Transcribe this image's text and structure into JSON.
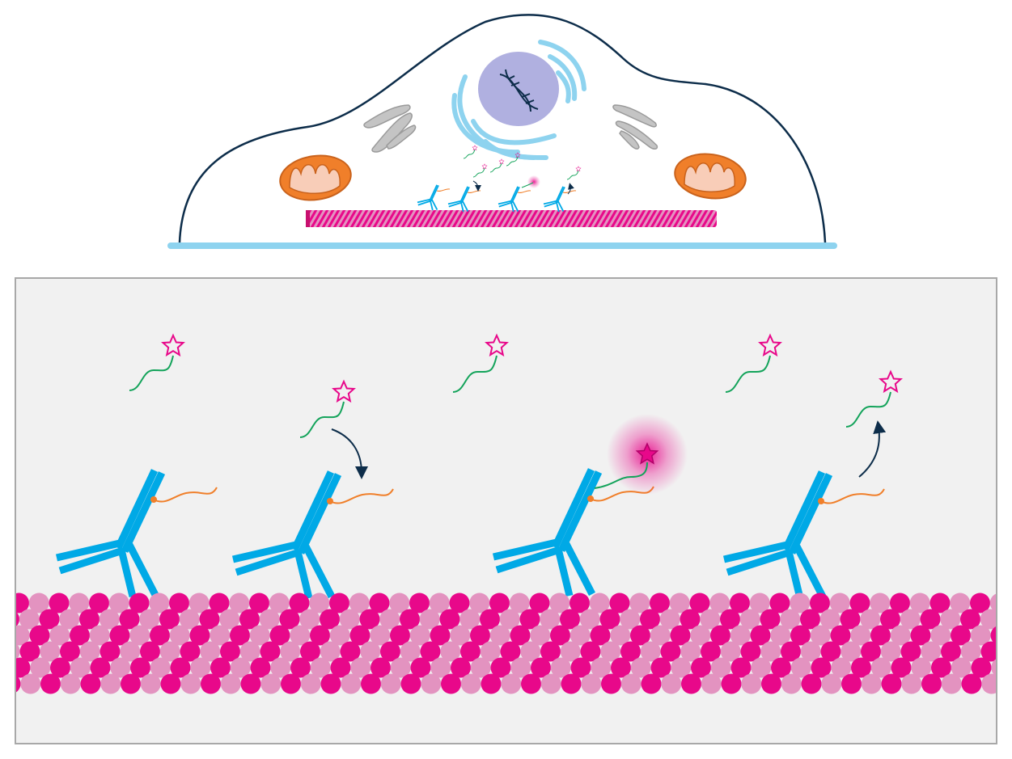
{
  "colors": {
    "background": "#ffffff",
    "panel": "#f1f1f1",
    "panel_border": "#a8a8a8",
    "cell_outline": "#0d2d4a",
    "substrate": "#8ed3ef",
    "nucleus": "#b0b0e0",
    "er": "#8ed3ef",
    "golgi": "#c4c4c4",
    "mito_outer": "#f07f2a",
    "mito_inner": "#f8cdb8",
    "tubulin_dark": "#e8088a",
    "tubulin_light": "#e393c0",
    "antibody": "#00a9e6",
    "oligo_orange": "#f07f2a",
    "oligo_green": "#13a35a",
    "fluorophore": "#e8088a",
    "arrow": "#0d2d4a"
  },
  "icons": [
    "cell-outline",
    "nucleus-dna-icon",
    "endoplasmic-reticulum",
    "golgi-apparatus",
    "mitochondrion",
    "microtubule",
    "antibody-icon",
    "fluorophore-star-icon",
    "arrow-icon"
  ],
  "panels": {
    "top": "cell-overview",
    "bottom": "zoomed-microtubule-detail"
  }
}
